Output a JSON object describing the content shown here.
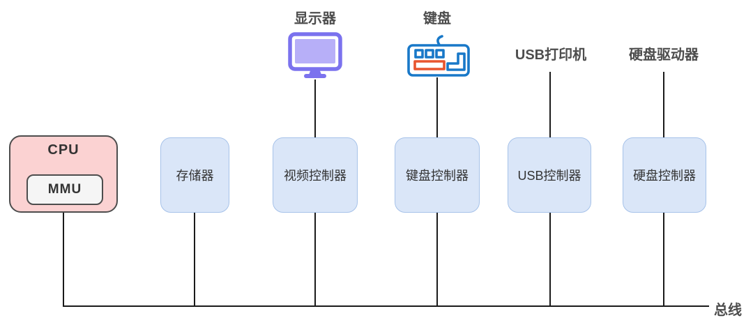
{
  "cpu": {
    "label": "CPU",
    "mmu_label": "MMU"
  },
  "controllers": [
    {
      "label": "存储器"
    },
    {
      "label": "视频控制器"
    },
    {
      "label": "键盘控制器"
    },
    {
      "label": "USB控制器"
    },
    {
      "label": "硬盘控制器"
    }
  ],
  "peripherals": {
    "monitor": "显示器",
    "keyboard": "键盘",
    "usb_printer": "USB打印机",
    "hdd_drive": "硬盘驱动器"
  },
  "bus": {
    "label": "总线"
  },
  "colors": {
    "cpu_fill": "#FBD2D2",
    "mmu_fill": "#F5F5F5",
    "outline": "#4D4D4D",
    "controller_fill": "#DAE6F8",
    "controller_border": "#A6C2E9",
    "monitor_purple": "#7B72EE",
    "monitor_screen": "#B7AFF8",
    "keyboard_blue": "#1878C8",
    "keyboard_orange": "#E8552F",
    "line": "#1A1A1A",
    "text": "#333333",
    "label_text": "#4D4D4D"
  }
}
